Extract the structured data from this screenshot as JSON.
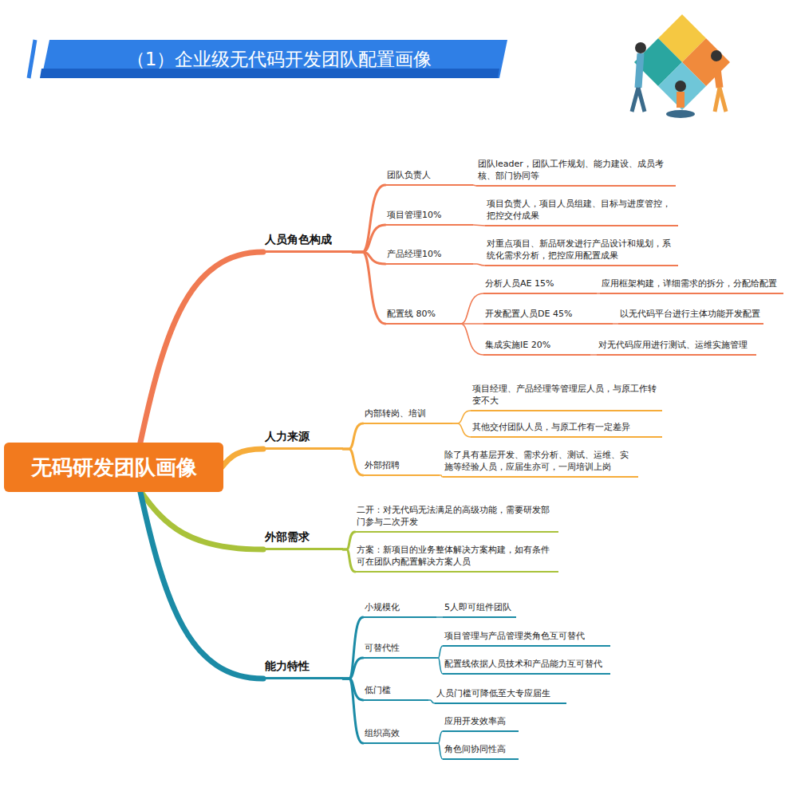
{
  "diagram": {
    "title": "（1）企业级无代码开发团队配置画像",
    "nodes": [
      {
        "text": [
          "无码研发团队画像"
        ]
      },
      {
        "text": [
          "人员角色构成"
        ]
      },
      {
        "text": [
          "团队负责人"
        ]
      },
      {
        "text": [
          "团队leader，团队工作规划、能力建设、成员考核、部门协同等"
        ]
      },
      {
        "text": [
          "项目管理10%"
        ]
      },
      {
        "text": [
          "项目负责人，项目人员组建、目标与进度管控，把控交付成果"
        ]
      },
      {
        "text": [
          "产品经理10%"
        ]
      },
      {
        "text": [
          "对重点项目、新品研发进行产品设计和规划，系统化需求分析，把控应用配置成果"
        ]
      },
      {
        "text": [
          "配置线 80%"
        ]
      },
      {
        "text": [
          "分析人员AE 15%"
        ]
      },
      {
        "text": [
          "应用框架构建，详细需求的拆分，分配给配置"
        ]
      },
      {
        "text": [
          "开发配置人员DE 45%"
        ]
      },
      {
        "text": [
          "以无代码平台进行主体功能开发配置"
        ]
      },
      {
        "text": [
          "集成实施IE 20%"
        ]
      },
      {
        "text": [
          "对无代码应用进行测试、运维实施管理"
        ]
      },
      {
        "text": [
          "人力来源"
        ]
      },
      {
        "text": [
          "内部转岗、培训"
        ]
      },
      {
        "text": [
          "项目经理、产品经理等管理层人员，与原工作转变不大"
        ]
      },
      {
        "text": [
          "其他交付团队人员，与原工作有一定差异"
        ]
      },
      {
        "text": [
          "外部招聘"
        ]
      },
      {
        "text": [
          "除了具有基层开发、需求分析、测试、运维、实施等经验人员，应届生亦可，一周培训上岗"
        ]
      },
      {
        "text": [
          "外部需求"
        ]
      },
      {
        "text": [
          "二开：对无代码无法满足的高级功能，需要研发部门参与二次开发"
        ]
      },
      {
        "text": [
          "方案：新项目的业务整体解决方案构建，如有条件可在团队内配置解决方案人员"
        ]
      },
      {
        "text": [
          "能力特性"
        ]
      },
      {
        "text": [
          "小规模化"
        ]
      },
      {
        "text": [
          "5人即可组件团队"
        ]
      },
      {
        "text": [
          "可替代性"
        ]
      },
      {
        "text": [
          "项目管理与产品管理类角色互可替代"
        ]
      },
      {
        "text": [
          "配置线依据人员技术和产品能力互可替代"
        ]
      },
      {
        "text": [
          "低门槛"
        ]
      },
      {
        "text": [
          "人员门槛可降低至大专应届生"
        ]
      },
      {
        "text": [
          "组织高效"
        ]
      },
      {
        "text": [
          "应用开发效率高"
        ]
      },
      {
        "text": [
          "角色间协同性高"
        ]
      }
    ],
    "edges": [
      {
        "from": 0,
        "to": 1,
        "arrow": "none"
      },
      {
        "from": 0,
        "to": 15,
        "arrow": "none"
      },
      {
        "from": 0,
        "to": 21,
        "arrow": "none"
      },
      {
        "from": 0,
        "to": 24,
        "arrow": "none"
      },
      {
        "from": 1,
        "to": 2,
        "arrow": "none"
      },
      {
        "from": 1,
        "to": 4,
        "arrow": "none"
      },
      {
        "from": 1,
        "to": 6,
        "arrow": "none"
      },
      {
        "from": 1,
        "to": 8,
        "arrow": "none"
      },
      {
        "from": 2,
        "to": 3,
        "arrow": "none"
      },
      {
        "from": 4,
        "to": 5,
        "arrow": "none"
      },
      {
        "from": 6,
        "to": 7,
        "arrow": "none"
      },
      {
        "from": 8,
        "to": 9,
        "arrow": "none"
      },
      {
        "from": 8,
        "to": 11,
        "arrow": "none"
      },
      {
        "from": 8,
        "to": 13,
        "arrow": "none"
      },
      {
        "from": 9,
        "to": 10,
        "arrow": "none"
      },
      {
        "from": 11,
        "to": 12,
        "arrow": "none"
      },
      {
        "from": 13,
        "to": 14,
        "arrow": "none"
      },
      {
        "from": 15,
        "to": 16,
        "arrow": "none"
      },
      {
        "from": 15,
        "to": 19,
        "arrow": "none"
      },
      {
        "from": 16,
        "to": 17,
        "arrow": "none"
      },
      {
        "from": 16,
        "to": 18,
        "arrow": "none"
      },
      {
        "from": 19,
        "to": 20,
        "arrow": "none"
      },
      {
        "from": 21,
        "to": 22,
        "arrow": "none"
      },
      {
        "from": 21,
        "to": 23,
        "arrow": "none"
      },
      {
        "from": 24,
        "to": 25,
        "arrow": "none"
      },
      {
        "from": 24,
        "to": 27,
        "arrow": "none"
      },
      {
        "from": 24,
        "to": 30,
        "arrow": "none"
      },
      {
        "from": 24,
        "to": 32,
        "arrow": "none"
      },
      {
        "from": 25,
        "to": 26,
        "arrow": "none"
      },
      {
        "from": 27,
        "to": 28,
        "arrow": "none"
      },
      {
        "from": 27,
        "to": 29,
        "arrow": "none"
      },
      {
        "from": 30,
        "to": 31,
        "arrow": "none"
      },
      {
        "from": 32,
        "to": 33,
        "arrow": "none"
      },
      {
        "from": 32,
        "to": 34,
        "arrow": "none"
      }
    ]
  }
}
